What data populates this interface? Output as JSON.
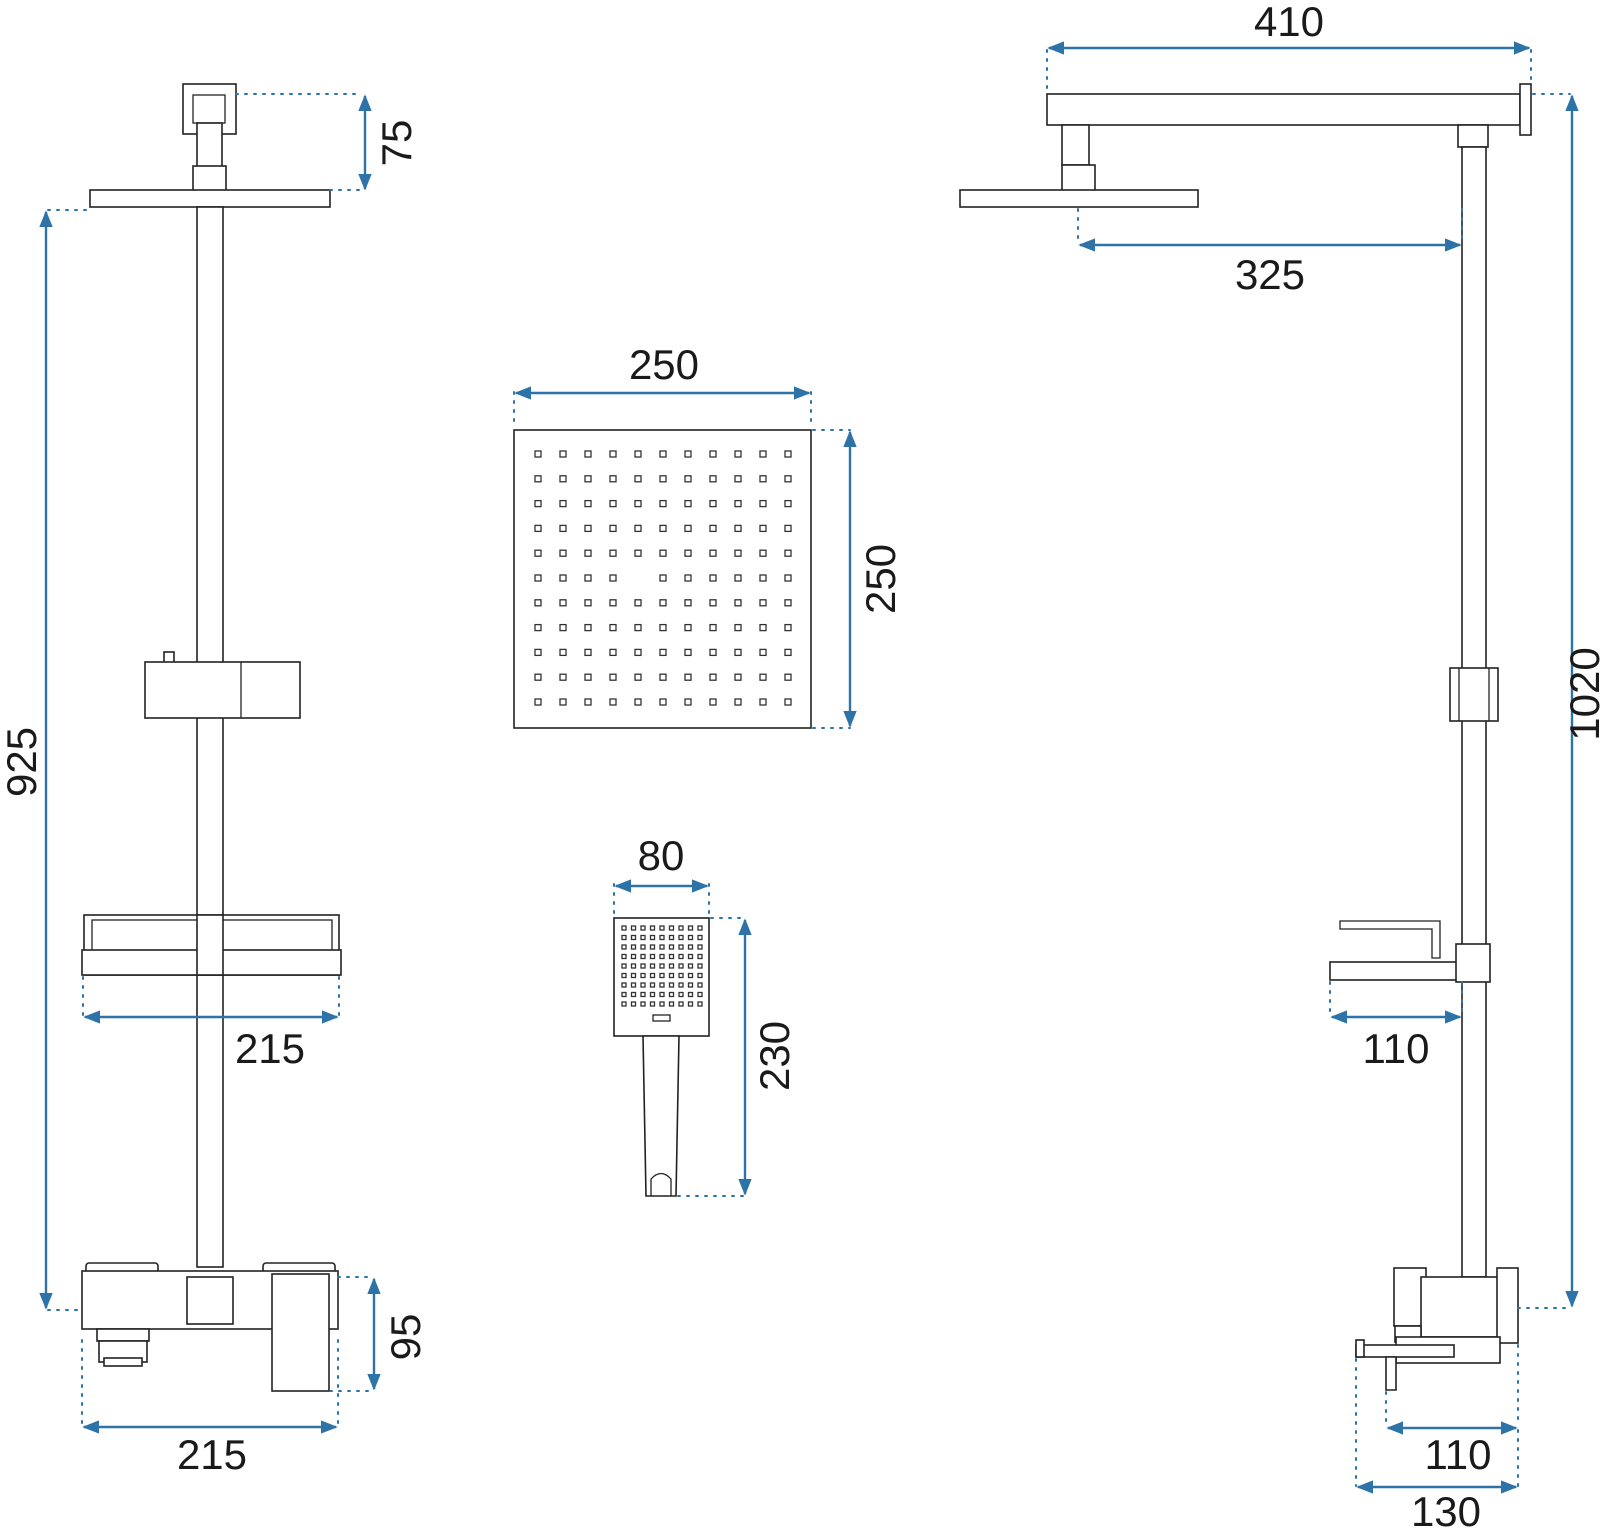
{
  "dimensions": {
    "front_total_height": "925",
    "front_arm_height": "75",
    "front_shelf_width": "215",
    "front_mixer_height": "95",
    "front_mixer_width": "215",
    "head_width": "250",
    "head_depth": "250",
    "handshower_width": "80",
    "handshower_length": "230",
    "side_arm_length": "410",
    "side_head_offset": "325",
    "side_total_height": "1020",
    "side_shelf_depth": "110",
    "side_mixer_depth": "110",
    "side_spout_depth": "130"
  },
  "colors": {
    "line": "#222222",
    "dimension": "#2e73a8"
  }
}
